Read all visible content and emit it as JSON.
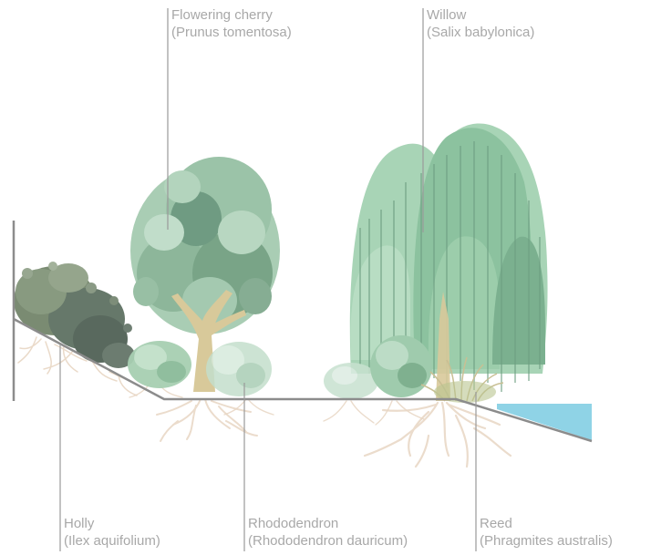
{
  "labels": {
    "flowering_cherry": {
      "common": "Flowering cherry",
      "latin": "(Prunus tomentosa)"
    },
    "willow": {
      "common": "Willow",
      "latin": "(Salix babylonica)"
    },
    "holly": {
      "common": "Holly",
      "latin": "(Ilex aquifolium)"
    },
    "rhododendron": {
      "common": "Rhododendron",
      "latin": "(Rhododendron dauricum)"
    },
    "reed": {
      "common": "Reed",
      "latin": "(Phragmites australis)"
    }
  },
  "colors": {
    "leader_line": "#9a9a9a",
    "ground_line": "#8c8c8c",
    "water": "#8fd3e6",
    "root": "#e6d2bf",
    "trunk": "#d8c99a",
    "cherry_light": "#a9cdb4",
    "cherry_dark": "#6f9b82",
    "willow_light": "#a8d4b6",
    "willow_dark": "#74a78a",
    "holly": "#6f7d6a",
    "shrub": "#9dc7aa"
  }
}
